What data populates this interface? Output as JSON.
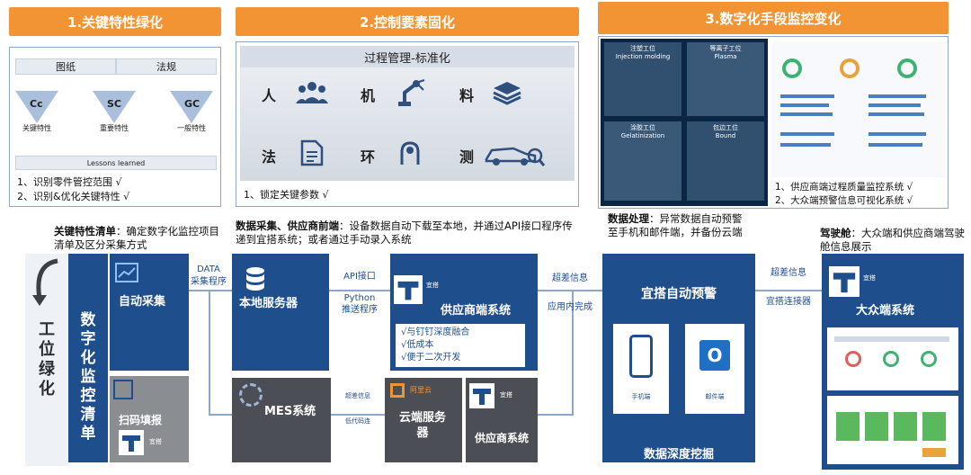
{
  "sections": {
    "s1": {
      "title": "1.关键特性绿化"
    },
    "s2": {
      "title": "2.控制要素固化"
    },
    "s3": {
      "title": "3.数字化手段监控变化"
    }
  },
  "panel1": {
    "chip_left": "图纸",
    "chip_right": "法规",
    "cc": "Cc",
    "sc": "SC",
    "gc": "GC",
    "cc_label": "关键特性",
    "sc_label": "重要特性",
    "gc_label": "一般特性",
    "lessons": "Lessons learned",
    "notes": [
      "1、识别零件管控范围 √",
      "2、识别&优化关键特性 √"
    ]
  },
  "panel2": {
    "banner": "过程管理-标准化",
    "items": [
      "人",
      "机",
      "料",
      "法",
      "环",
      "测"
    ],
    "note": "1、锁定关键参数 √"
  },
  "panel3": {
    "photos": [
      {
        "cn": "注塑工位",
        "en": "Injection molding"
      },
      {
        "cn": "等离子工位",
        "en": "Plasma"
      },
      {
        "cn": "涂胶工位",
        "en": "Gelatinization"
      },
      {
        "cn": "包边工位",
        "en": "Bound"
      }
    ],
    "notes": [
      "1、供应商端过程质量监控系统 √",
      "2、大众端预警信息可视化系统 √"
    ]
  },
  "captions": {
    "c1_bold": "关键特性清单",
    "c1_text": "：确定数字化监控项目清单及区分采集方式",
    "c2_bold": "数据采集、供应商前端",
    "c2_text": "：设备数据自动下载至本地，并通过API接口程序传递到宜搭系统；或者通过手动录入系统",
    "c3_bold": "数据处理",
    "c3_text": "：异常数据自动预警至手机和邮件端，并备份云端",
    "c4_bold": "驾驶舱",
    "c4_text": "：大众端和供应商端驾驶舱信息展示"
  },
  "flow": {
    "left_main": "工位绿化",
    "left_sub": "数字化监控清单",
    "auto_collect": "自动采集",
    "scan_fill": "扫码填报",
    "yida_small": "宜搭",
    "data_label": "DATA",
    "collect_prog": "采集程序",
    "local_server": "本地服务器",
    "api": "API接口",
    "python": "Python",
    "push_prog": "推送程序",
    "supplier_sys": "供应商端系统",
    "supplier_checks": [
      "√与钉钉深度融合",
      "√低成本",
      "√便于二次开发"
    ],
    "over_info": "超差信息",
    "in_app": "应用内完成",
    "yida_alert": "宜搭自动预警",
    "phone": "手机端",
    "mail": "邮件端",
    "deep_mining": "数据深度挖掘",
    "over_info2": "超差信息",
    "yida_connector": "宜搭连接器",
    "vw_system": "大众端系统",
    "mes": "MES系统",
    "over_info3": "超差信息",
    "query_link": "低代码连",
    "aliyun": "阿里云",
    "cloud_server": "云端服务器",
    "supplier_sys2": "供应商系统"
  },
  "colors": {
    "orange": "#f29433",
    "navy": "#1f4e8c",
    "gray": "#4b4f55"
  }
}
